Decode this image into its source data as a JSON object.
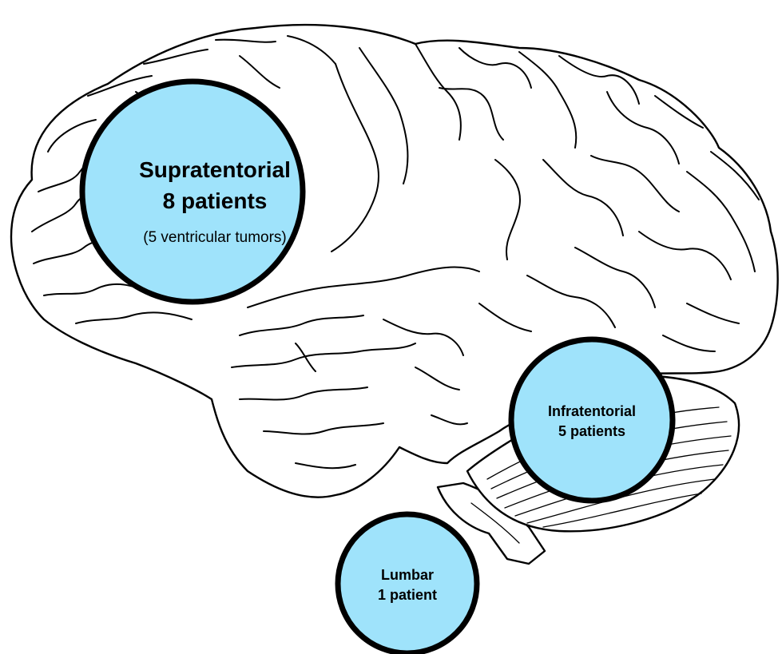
{
  "colors": {
    "bubble_fill": "#9fe3fb",
    "bubble_stroke": "#000000",
    "brain_line": "#000000",
    "background": "#ffffff"
  },
  "regions": [
    {
      "id": "supratentorial",
      "title": "Supratentorial",
      "count": "8 patients",
      "note": "(5 ventricular tumors)"
    },
    {
      "id": "infratentorial",
      "title": "Infratentorial",
      "count": "5 patients"
    },
    {
      "id": "lumbar",
      "title": "Lumbar",
      "count": "1 patient"
    }
  ]
}
